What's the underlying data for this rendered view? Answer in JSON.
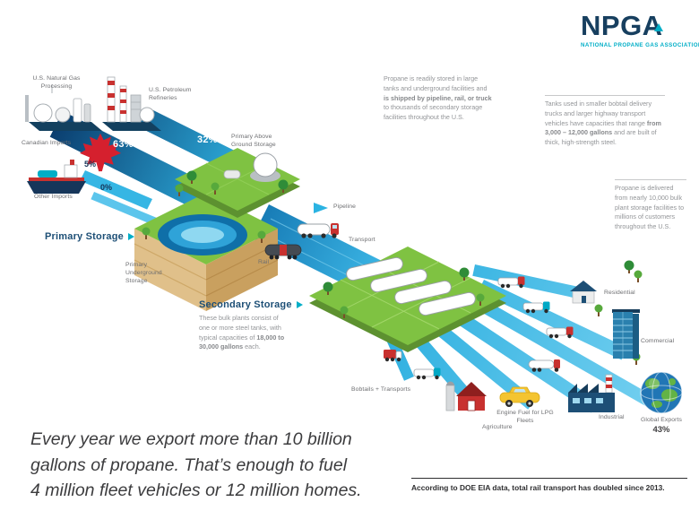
{
  "logo": {
    "brand": "NPGA",
    "tagline": "NATIONAL PROPANE GAS ASSOCIATION",
    "brand_color": "#173f5f",
    "accent_color": "#00aec7"
  },
  "sources": {
    "natural_gas": {
      "label": "U.S. Natural Gas Processing",
      "share": "63%"
    },
    "refineries": {
      "label": "U.S. Petroleum Refineries",
      "share": "32%"
    },
    "canadian_imports": {
      "label": "Canadian Imports",
      "share": "5%"
    },
    "other_imports": {
      "label": "Other Imports",
      "share": "0%"
    }
  },
  "primary_storage": {
    "title": "Primary Storage",
    "above_ground_label": "Primary Above Ground Storage",
    "underground_label": "Primary Underground Storage"
  },
  "transport_modes": {
    "pipeline": "Pipeline",
    "truck": "Transport",
    "rail": "Rail"
  },
  "secondary_storage": {
    "title": "Secondary Storage",
    "desc_part1": "These bulk plants consist of one or more steel tanks, with typical capacities of ",
    "desc_bold": "18,000 to 30,000 gallons",
    "desc_part2": " each."
  },
  "callouts": {
    "storage": {
      "part1": "Propane is readily stored in large tanks and underground facilities and ",
      "bold": "is shipped by pipeline, rail, or truck",
      "part2": " to thousands of secondary storage facilities throughout the U.S."
    },
    "tanks": {
      "part1": "Tanks used in smaller bobtail delivery trucks and larger highway transport vehicles have capacities that range ",
      "bold": "from 3,000 – 12,000 gallons",
      "part2": " and are built of thick, high-strength steel."
    },
    "delivery": {
      "text": "Propane is delivered from nearly 10,000 bulk plant storage facilities to millions of customers throughout the U.S."
    }
  },
  "destinations": {
    "bobtails": "Bobtails + Transports",
    "agriculture": "Agriculture",
    "engine_fuel": "Engine Fuel for LPG Fleets",
    "industrial": "Industrial",
    "commercial": "Commercial",
    "residential": "Residential",
    "global_exports": {
      "label": "Global Exports",
      "share": "43%"
    }
  },
  "footer": {
    "quote_lines": [
      "Every year we export more than 10 billion",
      "gallons of propane. That’s enough to fuel",
      "4 million fleet vehicles or 12 million homes."
    ],
    "source_note": "According to DOE EIA data, total rail transport has doubled since 2013."
  }
}
